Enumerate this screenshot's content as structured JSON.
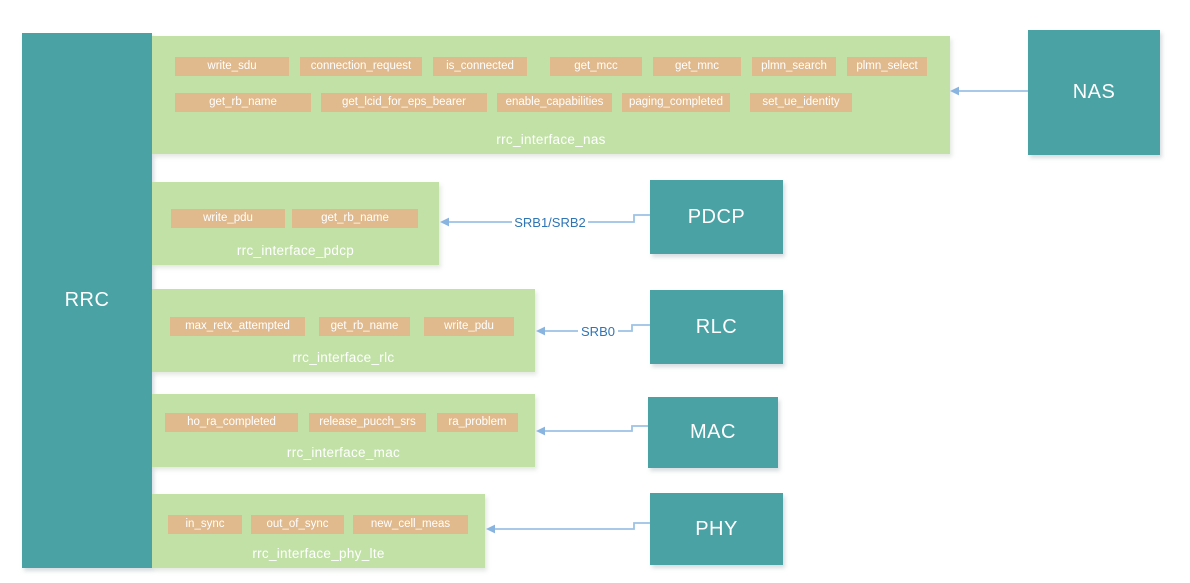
{
  "colors": {
    "module_fill": "#4BA2A5",
    "interface_fill": "#C2E1A7",
    "tag_fill": "#E0B98C",
    "arrow_line": "#9CC3E5",
    "arrow_label_text": "#2E75B6",
    "block_text": "#FFFFFF"
  },
  "rrc": {
    "label": "RRC"
  },
  "modules": [
    {
      "id": "nas",
      "label": "NAS"
    },
    {
      "id": "pdcp",
      "label": "PDCP"
    },
    {
      "id": "rlc",
      "label": "RLC"
    },
    {
      "id": "mac",
      "label": "MAC"
    },
    {
      "id": "phy",
      "label": "PHY"
    }
  ],
  "interfaces": [
    {
      "id": "nas",
      "label": "rrc_interface_nas",
      "row1": [
        "write_sdu",
        "connection_request",
        "is_connected",
        "get_mcc",
        "get_mnc",
        "plmn_search",
        "plmn_select"
      ],
      "row2": [
        "get_rb_name",
        "get_lcid_for_eps_bearer",
        "enable_capabilities",
        "paging_completed",
        "set_ue_identity"
      ]
    },
    {
      "id": "pdcp",
      "label": "rrc_interface_pdcp",
      "row1": [
        "write_pdu",
        "get_rb_name"
      ]
    },
    {
      "id": "rlc",
      "label": "rrc_interface_rlc",
      "row1": [
        "max_retx_attempted",
        "get_rb_name",
        "write_pdu"
      ]
    },
    {
      "id": "mac",
      "label": "rrc_interface_mac",
      "row1": [
        "ho_ra_completed",
        "release_pucch_srs",
        "ra_problem"
      ]
    },
    {
      "id": "phy",
      "label": "rrc_interface_phy_lte",
      "row1": [
        "in_sync",
        "out_of_sync",
        "new_cell_meas"
      ]
    }
  ],
  "connections": [
    {
      "from": "NAS",
      "to": "rrc_interface_nas",
      "label": ""
    },
    {
      "from": "PDCP",
      "to": "rrc_interface_pdcp",
      "label": "SRB1/SRB2"
    },
    {
      "from": "RLC",
      "to": "rrc_interface_rlc",
      "label": "SRB0"
    },
    {
      "from": "MAC",
      "to": "rrc_interface_mac",
      "label": ""
    },
    {
      "from": "PHY",
      "to": "rrc_interface_phy_lte",
      "label": ""
    }
  ]
}
